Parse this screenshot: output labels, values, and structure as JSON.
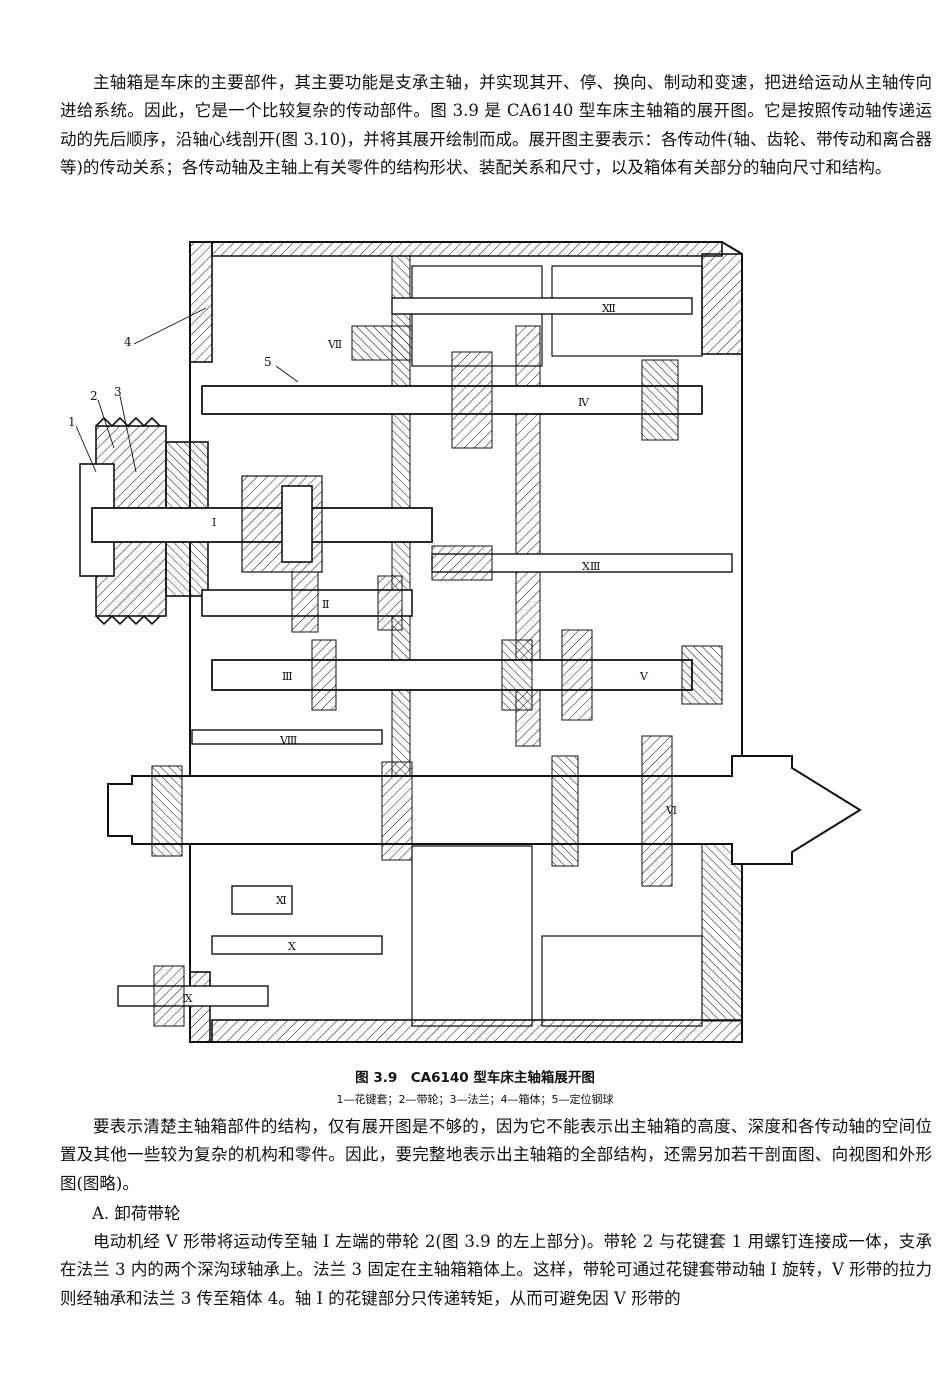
{
  "paragraphs": {
    "intro": "主轴箱是车床的主要部件，其主要功能是支承主轴，并实现其开、停、换向、制动和变速，把进给运动从主轴传向进给系统。因此，它是一个比较复杂的传动部件。图 3.9 是 CA6140 型车床主轴箱的展开图。它是按照传动轴传递运动的先后顺序，沿轴心线剖开(图 3.10)，并将其展开绘制而成。展开图主要表示：各传动件(轴、齿轮、带传动和离合器等)的传动关系；各传动轴及主轴上有关零件的结构形状、装配关系和尺寸，以及箱体有关部分的轴向尺寸和结构。",
    "after_figure": "要表示清楚主轴箱部件的结构，仅有展开图是不够的，因为它不能表示出主轴箱的高度、深度和各传动轴的空间位置及其他一些较为复杂的机构和零件。因此，要完整地表示出主轴箱的全部结构，还需另加若干剖面图、向视图和外形图(图略)。",
    "section_heading": "A. 卸荷带轮",
    "unloading_pulley": "电动机经 V 形带将运动传至轴 Ⅰ 左端的带轮 2(图 3.9 的左上部分)。带轮 2 与花键套 1 用螺钉连接成一体，支承在法兰 3 内的两个深沟球轴承上。法兰 3 固定在主轴箱箱体上。这样，带轮可通过花键套带动轴 Ⅰ 旋转，V 形带的拉力则经轴承和法兰 3 传至箱体 4。轴 Ⅰ 的花键部分只传递转矩，从而可避免因 V 形带的"
  },
  "figure": {
    "caption": "图 3.9　CA6140 型车床主轴箱展开图",
    "legend": "1—花键套；2—带轮；3—法兰；4—箱体；5—定位钢球",
    "part_labels": [
      "1",
      "2",
      "3",
      "4",
      "5"
    ],
    "shaft_labels": [
      "Ⅰ",
      "Ⅱ",
      "Ⅲ",
      "Ⅳ",
      "Ⅴ",
      "Ⅵ",
      "Ⅶ",
      "Ⅷ",
      "Ⅸ",
      "Ⅹ",
      "Ⅺ",
      "Ⅻ",
      "ⅩⅢ"
    ]
  }
}
